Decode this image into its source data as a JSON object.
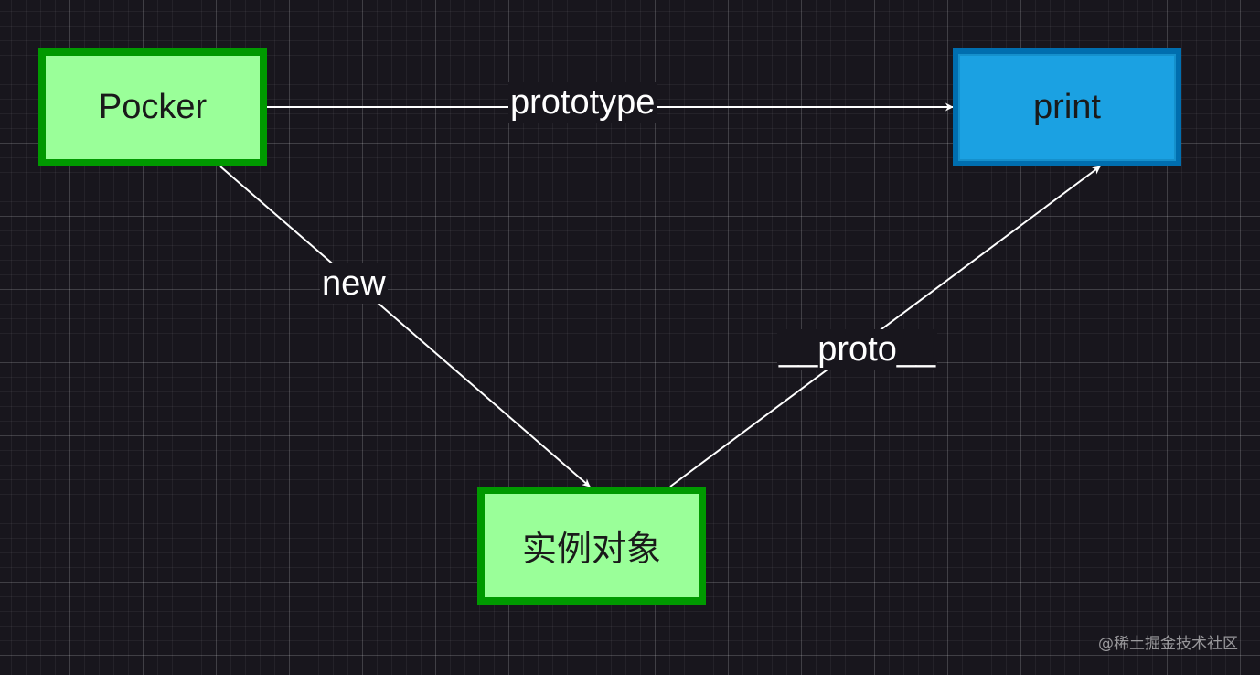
{
  "nodes": {
    "pocker": "Pocker",
    "print": "print",
    "instance": "实例对象"
  },
  "edges": {
    "prototype": "prototype",
    "new": "new",
    "proto": "__proto__"
  },
  "watermark": "@稀土掘金技术社区",
  "colors": {
    "background": "#18161d",
    "green_fill": "#9aff99",
    "green_border": "#009900",
    "blue_fill": "#1ba1e2",
    "blue_border": "#006eaf",
    "arrow": "#ffffff"
  }
}
